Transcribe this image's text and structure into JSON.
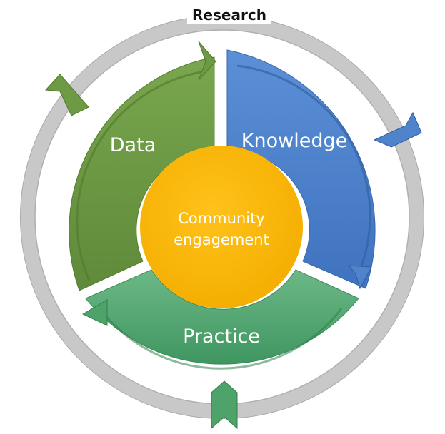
{
  "diagram": {
    "title": "Research",
    "segments": {
      "data": "Data",
      "knowledge": "Knowledge",
      "practice": "Practice"
    },
    "center": {
      "line1": "Community",
      "line2": "engagement"
    }
  },
  "colors": {
    "ring": "#c8c8c8",
    "ring_outline": "#a6a6a6",
    "data": "#6e9a45",
    "knowledge": "#4f84cc",
    "practice": "#4ea36a",
    "center": "#f9b800"
  }
}
